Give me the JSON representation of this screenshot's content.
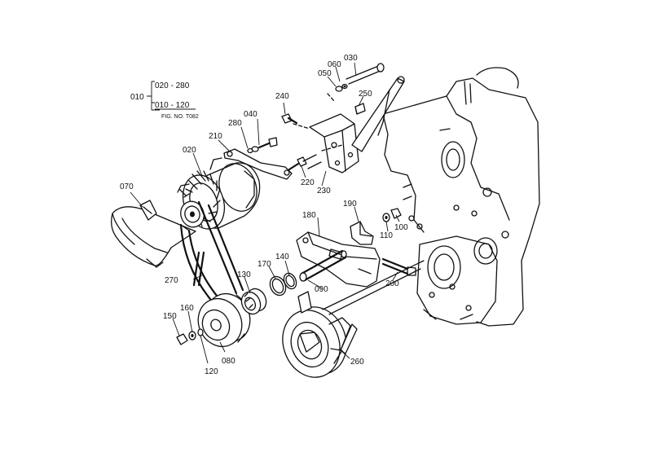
{
  "legend": {
    "root": "010",
    "range_a": "020 - 280",
    "range_b": "010 - 120",
    "fig_ref": "FIG. NO. T082"
  },
  "callouts": {
    "c010": "010",
    "c020": "020",
    "c030": "030",
    "c040": "040",
    "c050": "050",
    "c060": "060",
    "c070": "070",
    "c080": "080",
    "c090": "090",
    "c100": "100",
    "c110": "110",
    "c120": "120",
    "c130": "130",
    "c140": "140",
    "c150": "150",
    "c160": "160",
    "c170": "170",
    "c180": "180",
    "c190": "190",
    "c200": "200",
    "c210": "210",
    "c220": "220",
    "c230": "230",
    "c240": "240",
    "c250": "250",
    "c260": "260",
    "c270": "270",
    "c280": "280"
  }
}
